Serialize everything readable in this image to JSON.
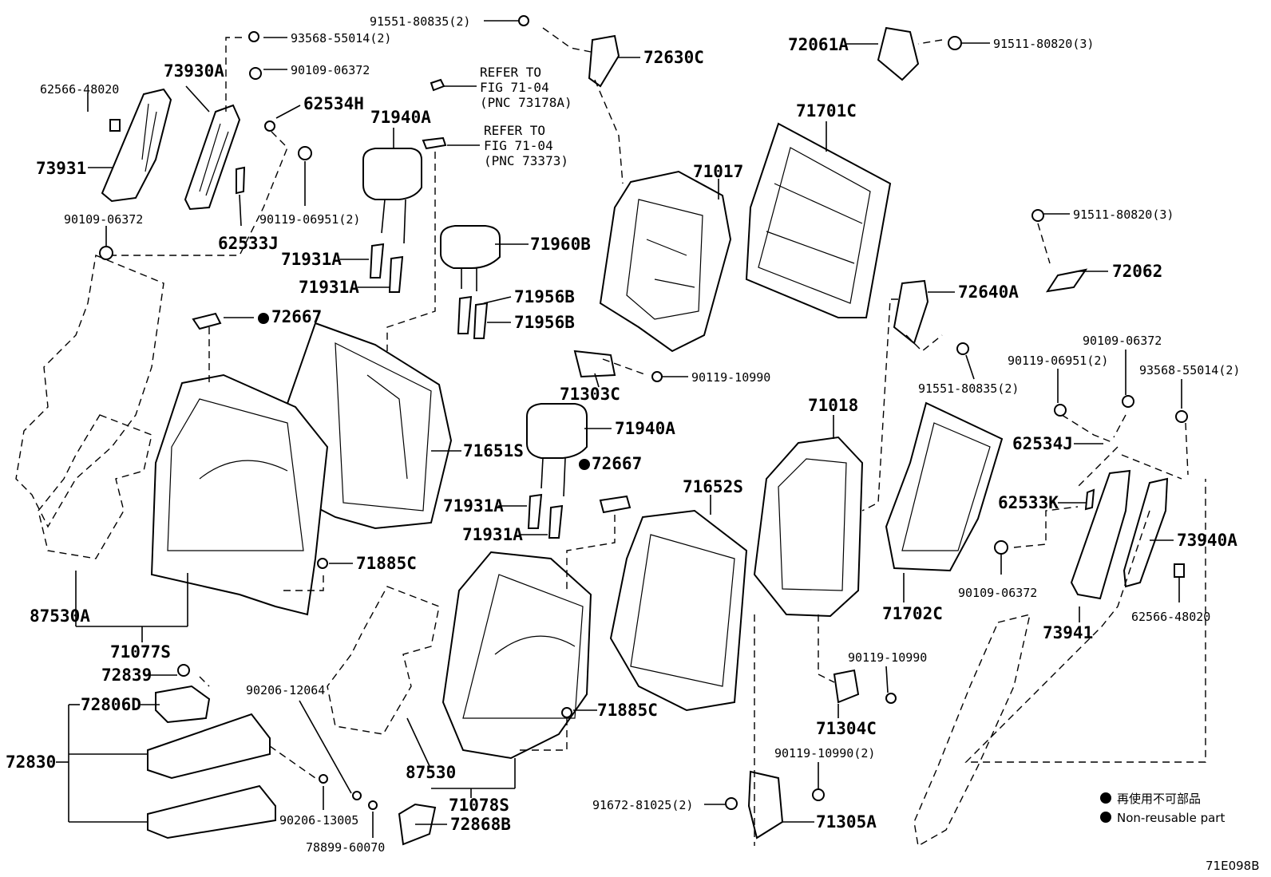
{
  "labels": {
    "p91551_80835_top": "91551-80835(2)",
    "p93568_55014_left": "93568-55014(2)",
    "p90109_06372_a": "90109-06372",
    "p62566_48020_left": "62566-48020",
    "p73930A": "73930A",
    "p62534H": "62534H",
    "p73931": "73931",
    "p90109_06372_b": "90109-06372",
    "p90119_06951_left": "90119-06951(2)",
    "p62533J": "62533J",
    "p71940A_top": "71940A",
    "p71931A_1": "71931A",
    "p71931A_2": "71931A",
    "p71960B": "71960B",
    "p71956B_1": "71956B",
    "p71956B_2": "71956B",
    "p72667_a": "72667",
    "p72630C": "72630C",
    "p72061A": "72061A",
    "p91511_80820_top": "91511-80820(3)",
    "p71701C": "71701C",
    "p71017": "71017",
    "p91511_80820_mid": "91511-80820(3)",
    "p72062": "72062",
    "p72640A": "72640A",
    "p90119_10990_a": "90119-10990",
    "p71303C": "71303C",
    "p91551_80835_right": "91551-80835(2)",
    "p90109_06372_c": "90109-06372",
    "p90119_06951_right": "90119-06951(2)",
    "p93568_55014_right": "93568-55014(2)",
    "p71651S": "71651S",
    "p71940A_mid": "71940A",
    "p72667_b": "72667",
    "p71931A_3": "71931A",
    "p71931A_4": "71931A",
    "p71018": "71018",
    "p71652S": "71652S",
    "p62534J": "62534J",
    "p62533K": "62533K",
    "p73940A": "73940A",
    "p71885C_1": "71885C",
    "p87530A": "87530A",
    "p71077S": "71077S",
    "p90109_06372_d": "90109-06372",
    "p71702C": "71702C",
    "p73941": "73941",
    "p62566_48020_right": "62566-48020",
    "p72839": "72839",
    "p72806D": "72806D",
    "p90206_12064": "90206-12064",
    "p90119_10990_b": "90119-10990",
    "p72830": "72830",
    "p71885C_2": "71885C",
    "p71304C": "71304C",
    "p87530": "87530",
    "p90119_10990_c": "90119-10990(2)",
    "p71078S": "71078S",
    "p91672_81025": "91672-81025(2)",
    "p90206_13005": "90206-13005",
    "p72868B": "72868B",
    "p71305A": "71305A",
    "p78899_60070": "78899-60070"
  },
  "refer_notes": {
    "note1": [
      "REFER TO",
      "FIG 71-04",
      "(PNC 73178A)"
    ],
    "note2": [
      "REFER TO",
      "FIG 71-04",
      "(PNC 73373)"
    ]
  },
  "legend": {
    "japanese": "再使用不可部品",
    "english": "Non-reusable part"
  },
  "figure_id": "71E098B"
}
